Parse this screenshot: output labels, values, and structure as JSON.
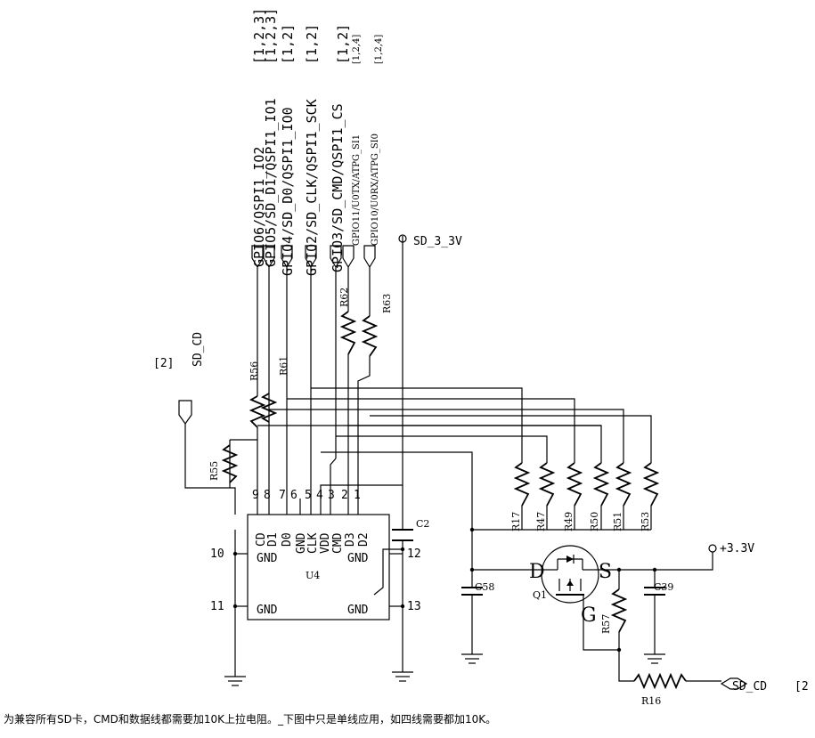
{
  "signals": {
    "gpio6": "GPIO6/QSPI1_IO2",
    "gpio5": "GPIO5/SD_D1/QSPI1_IO1",
    "gpio4": "GPIO4/SD_D0/QSPI1_IO0",
    "gpio2": "GPIO2/SD_CLK/QSPI1_SCK",
    "gpio3": "GPIO3/SD_CMD/QSPI1_CS",
    "gpio11": "GPIO11/U0TX/ATPG_SI1",
    "gpio10": "GPIO10/U0RX/ATPG_SI0",
    "sheet_123": "[1,2,3]",
    "sheet_12": "[1,2]",
    "sheet_124": "[1,2,4]",
    "sheet_2": "[2]",
    "sheet_2_right": "[2",
    "sd_cd": "SD_CD",
    "sd_3v3": "SD_3_3V",
    "v33": "+3.3V"
  },
  "resistors": {
    "r17": "R17",
    "r47": "R47",
    "r49": "R49",
    "r50": "R50",
    "r51": "R51",
    "r53": "R53",
    "r55": "R55",
    "r56": "R56",
    "r61": "R61",
    "r62": "R62",
    "r63": "R63",
    "r57": "R57",
    "r16": "R16"
  },
  "capacitors": {
    "c2": "C2",
    "c58": "C58",
    "c39": "C39"
  },
  "transistor": {
    "ref": "Q1",
    "d": "D",
    "s": "S",
    "g": "G"
  },
  "u4": {
    "ref": "U4",
    "pin_numbers": [
      "9",
      "8",
      "7",
      "6",
      "5",
      "4",
      "3",
      "2",
      "1",
      "10",
      "11",
      "12",
      "13"
    ],
    "pin_names": {
      "cd": "CD",
      "d1": "D1",
      "d0": "D0",
      "gnd_v": "GND",
      "clk": "CLK",
      "vdd": "VDD",
      "cmd": "CMD",
      "d3": "D3",
      "d2": "D2",
      "gnd_l": "GND",
      "gnd_r": "GND",
      "gnd_bl": "GND",
      "gnd_br": "GND"
    }
  },
  "note": "为兼容所有SD卡，CMD和数据线都需要加10K上拉电阻。_下图中只是单线应用，如四线需要都加10K。"
}
